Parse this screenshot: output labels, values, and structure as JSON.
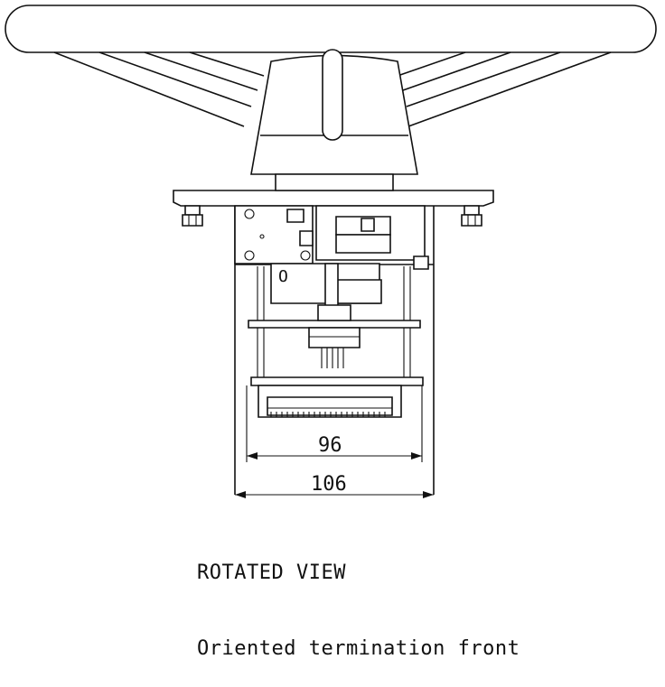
{
  "dimensions": {
    "inner_width": "96",
    "outer_width": "106"
  },
  "plate_label": "O",
  "caption": {
    "line1": "ROTATED VIEW",
    "line2": "Oriented termination front"
  }
}
